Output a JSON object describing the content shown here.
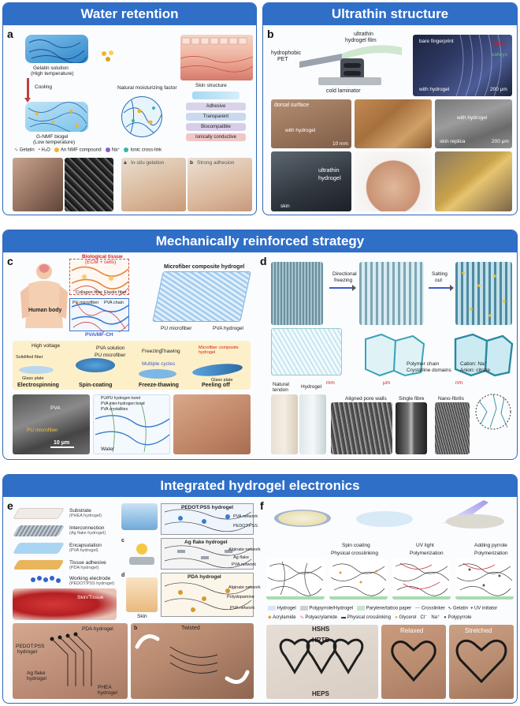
{
  "sections": {
    "water": {
      "title": "Water retention",
      "panel": "a",
      "labels": {
        "gelatin_solution": "Gelatin solution",
        "high_temp": "(High temperature)",
        "cooling": "Cooling",
        "biogel": "G-NMF biogel",
        "low_temp": "(Low temperature)",
        "nmf": "Natural moisturizing factor",
        "skin_structure": "Skin structure",
        "prop_adhesive": "Adhesive",
        "prop_transparent": "Transparent",
        "prop_biocompatible": "Biocompatible",
        "prop_ionic": "Ionically conductive",
        "leg_gelatin": "Gelatin",
        "leg_h2o": "H₂O",
        "leg_nmf": "An NMF compound",
        "leg_na": "Na⁺",
        "leg_ionic": "Ionic cross-link",
        "sub_a": "a",
        "sub_b": "b",
        "in_situ": "In-situ gelation",
        "strong": "Strong adhesion"
      }
    },
    "ultrathin": {
      "title": "Ultrathin structure",
      "panel": "b",
      "labels": {
        "pet": "hydrophobic",
        "pet2": "PET",
        "film": "ultrathin",
        "film2": "hydrogel film",
        "laminator": "cold laminator",
        "bare": "bare fingerprint",
        "ridges": "ridges",
        "valleys": "valleys",
        "with_hydrogel": "with hydrogel",
        "scale_200": "200 μm",
        "dorsal": "dorsal surface",
        "with_hydrogel2": "with hydrogel",
        "scale_10mm": "10 mm",
        "with_hydrogel3": "with hydrogel",
        "skin_replica": "skin replica",
        "scale_200b": "200 μm",
        "ultrathin_h": "ultrathin",
        "hydrogel": "hydrogel",
        "skin": "skin"
      }
    },
    "mech": {
      "title": "Mechanically reinforced strategy",
      "panel_c": "c",
      "panel_d": "d",
      "labels": {
        "bio_tissue": "Biological tissue",
        "ecm": "(ECM + cells)",
        "collagen": "Collagen fiber",
        "elastin": "Elastin fiber",
        "human_body": "Human body",
        "pu_micro": "PU microfiber",
        "pva_chain": "PVA chain",
        "pvamf": "PVA/MF-CH",
        "composite": "Microfiber composite hydrogel",
        "pu_micro2": "PU microfiber",
        "pva_hydrogel": "PVA hydrogel",
        "high_voltage": "High voltage",
        "solidified": "Solidified fiber",
        "glass": "Glass plate",
        "pva_solution": "PVA solution",
        "pu_micro3": "PU microfiber",
        "freezing": "Freezing",
        "thawing": "Thawing",
        "multiple": "Multiple cycles",
        "micro_hyd": "Microfiber composite hydrogel",
        "glass2": "Glass plate",
        "step1": "Electrospinning",
        "step2": "Spin-coating",
        "step3": "Freeze-thawing",
        "step4": "Peeling off",
        "pva": "PVA",
        "pu": "PU microfiber",
        "scale_10um": "10 μm",
        "hb1": "PU/PU hydrogen bond",
        "hb2": "PVA inter-hydrogen bond",
        "hb3": "PVA crystallites",
        "water": "Water",
        "directional": "Directional",
        "freezing_d": "freezing",
        "salting": "Salting",
        "out": "out",
        "polymer_chain": "Polymer chain",
        "crystalline": "Crystalline domains",
        "cation": "Cation: Na⁺",
        "anion": "Anion: citrate",
        "natural": "Natural",
        "tendon": "tendon",
        "hydrogel_d": "Hydrogel",
        "aligned": "Aligned pore walls",
        "single": "Single fibre",
        "nano": "Nano-fibrils",
        "mm": "mm",
        "um": "μm",
        "nm": "nm"
      }
    },
    "electronics": {
      "title": "Integrated hydrogel electronics",
      "panel_e": "e",
      "panel_f": "f",
      "labels": {
        "substrate": "Substrate",
        "substrate_s": "(PHEA hydrogel)",
        "interconnect": "Interconnection",
        "interconnect_s": "(Ag flake hydrogel)",
        "encaps": "Encapsulation",
        "encaps_s": "(PVA hydrogel)",
        "tissue": "Tissue adhesive",
        "tissue_s": "(PDA hydrogel)",
        "working": "Working electrode",
        "working_s": "(PEDOT:PSS hydrogel)",
        "skin_tissue": "Skin/Tissue",
        "pedot_h": "PEDOT:PSS hydrogel",
        "pva_net": "PVA network",
        "pedot_pss": "PEDOT:PSS",
        "ag_h": "Ag flake hydrogel",
        "alg_net": "Alginate network",
        "ag_flake": "Ag flake",
        "pva_net2": "PVA network",
        "pda_h": "PDA hydrogel",
        "alg_net2": "Alginate network",
        "polydopamine": "Polydopamine",
        "pva_net3": "PVA network",
        "skin_e": "Skin",
        "sub_c": "c",
        "sub_d": "d",
        "sub_b": "b",
        "twisted": "Twisted",
        "pda_photo": "PDA hydrogel",
        "pedot_photo": "PEDOT:PSS",
        "pedot_photo2": "hydrogel",
        "ag_photo": "Ag flake",
        "ag_photo2": "hydrogel",
        "phea_photo": "PHEA",
        "phea_photo2": "hydrogel",
        "spin": "Spin coating",
        "phys_cross": "Physical crosslinking",
        "uv": "UV light",
        "polymerization": "Polymerization",
        "adding_pyrrole": "Adding pyrrole",
        "polymerization2": "Polymerization",
        "lg_hydrogel": "Hydrogel",
        "lg_polypyrrole": "Polypyrrole/Hydrogel",
        "lg_parylene": "Parylene/tattoo paper",
        "lg_crosslinker": "Crosslinker",
        "lg_gelatin": "Gelatin",
        "lg_uv": "UV initiator",
        "lg_acrylamide": "Acrylamide",
        "lg_polyacrylamide": "Polyacrylamide",
        "lg_physical": "Physical crosslinking",
        "lg_glycerol": "Glycerol",
        "lg_cl": "Cl⁻",
        "lg_na": "Na⁺",
        "lg_pyrrole": "Polypyrrole",
        "hshs": "HSHS",
        "hrtd": "HRTD",
        "heps": "HEPS",
        "relaxed": "Relaxed",
        "stretched": "Stretched"
      }
    }
  },
  "colors": {
    "banner": "#2f6fc8",
    "border": "#2f66b8",
    "red_label": "#d02020"
  }
}
